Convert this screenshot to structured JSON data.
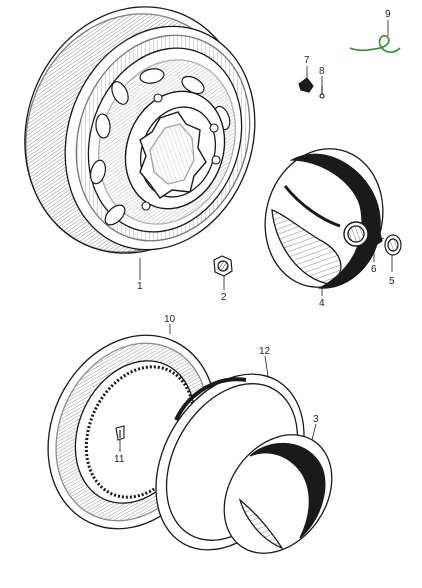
{
  "diagram": {
    "colors": {
      "ink": "#1a1a1a",
      "paper": "#ffffff",
      "highlight": "#2e8b2e"
    },
    "callouts": [
      {
        "id": "c1",
        "label": "1",
        "part": "wheel-rim"
      },
      {
        "id": "c2",
        "label": "2",
        "part": "lug-nut"
      },
      {
        "id": "c3",
        "label": "3",
        "part": "hubcap-small"
      },
      {
        "id": "c4",
        "label": "4",
        "part": "hubcap-large"
      },
      {
        "id": "c5",
        "label": "5",
        "part": "emblem"
      },
      {
        "id": "c6",
        "label": "6",
        "part": "emblem-clip"
      },
      {
        "id": "c7",
        "label": "7",
        "part": "clip"
      },
      {
        "id": "c8",
        "label": "8",
        "part": "rivet"
      },
      {
        "id": "c9",
        "label": "9",
        "part": "spring-clip"
      },
      {
        "id": "c10",
        "label": "10",
        "part": "wheel-trim-ring"
      },
      {
        "id": "c11",
        "label": "11",
        "part": "trim-clip"
      },
      {
        "id": "c12",
        "label": "12",
        "part": "beauty-ring"
      }
    ]
  }
}
